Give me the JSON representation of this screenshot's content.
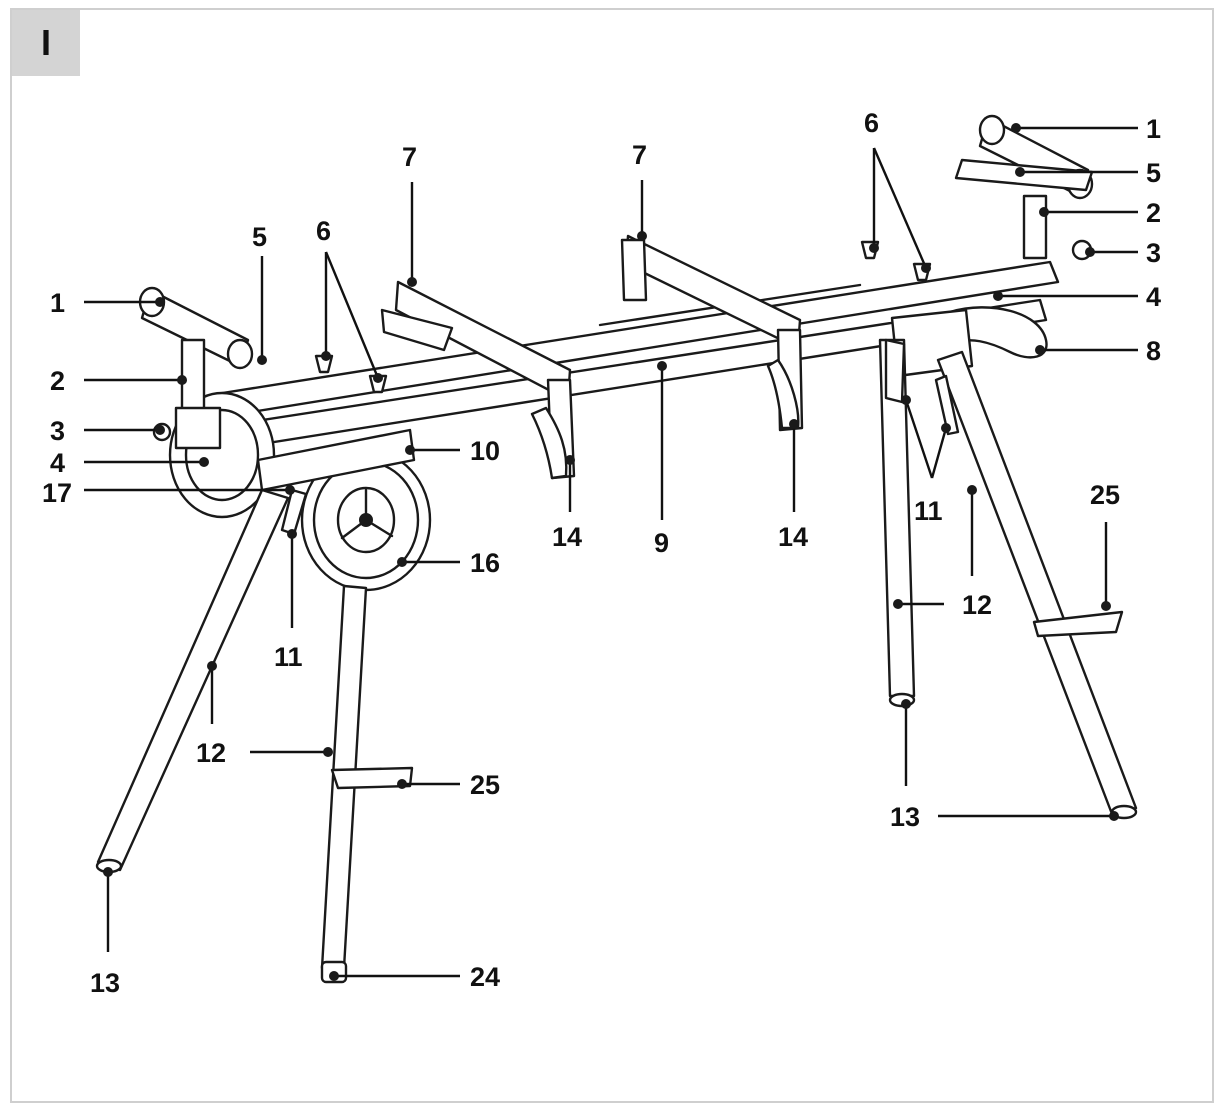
{
  "panel_tag": "I",
  "callouts": [
    {
      "text": "1",
      "ref": "roller-right"
    },
    {
      "text": "5",
      "ref": "support-plate-right"
    },
    {
      "text": "2",
      "ref": "roller-post-right"
    },
    {
      "text": "3",
      "ref": "knob-right"
    },
    {
      "text": "4",
      "ref": "extension-tube-right"
    },
    {
      "text": "8",
      "ref": "handle"
    },
    {
      "text": "6",
      "ref": "wing-bolts-right"
    },
    {
      "text": "7",
      "ref": "mount-bracket-right"
    },
    {
      "text": "7",
      "ref": "mount-bracket-left"
    },
    {
      "text": "5",
      "ref": "support-plate-left"
    },
    {
      "text": "6",
      "ref": "wing-bolts-left"
    },
    {
      "text": "1",
      "ref": "roller-left"
    },
    {
      "text": "2",
      "ref": "roller-post-left"
    },
    {
      "text": "3",
      "ref": "knob-left"
    },
    {
      "text": "4",
      "ref": "extension-tube-left"
    },
    {
      "text": "17",
      "ref": "axle"
    },
    {
      "text": "10",
      "ref": "leg-plate"
    },
    {
      "text": "14",
      "ref": "clamp-lever-left"
    },
    {
      "text": "9",
      "ref": "main-beam"
    },
    {
      "text": "14",
      "ref": "clamp-lever-right"
    },
    {
      "text": "11",
      "ref": "leg-latch-right"
    },
    {
      "text": "16",
      "ref": "wheel"
    },
    {
      "text": "11",
      "ref": "leg-latch-left"
    },
    {
      "text": "25",
      "ref": "foot-step-right"
    },
    {
      "text": "12",
      "ref": "leg-right"
    },
    {
      "text": "12",
      "ref": "leg-rear-right"
    },
    {
      "text": "12",
      "ref": "leg-left"
    },
    {
      "text": "12",
      "ref": "leg-front-left"
    },
    {
      "text": "25",
      "ref": "foot-step-left"
    },
    {
      "text": "13",
      "ref": "leg-cap-right"
    },
    {
      "text": "13",
      "ref": "leg-cap-left"
    },
    {
      "text": "24",
      "ref": "leveling-foot"
    }
  ]
}
